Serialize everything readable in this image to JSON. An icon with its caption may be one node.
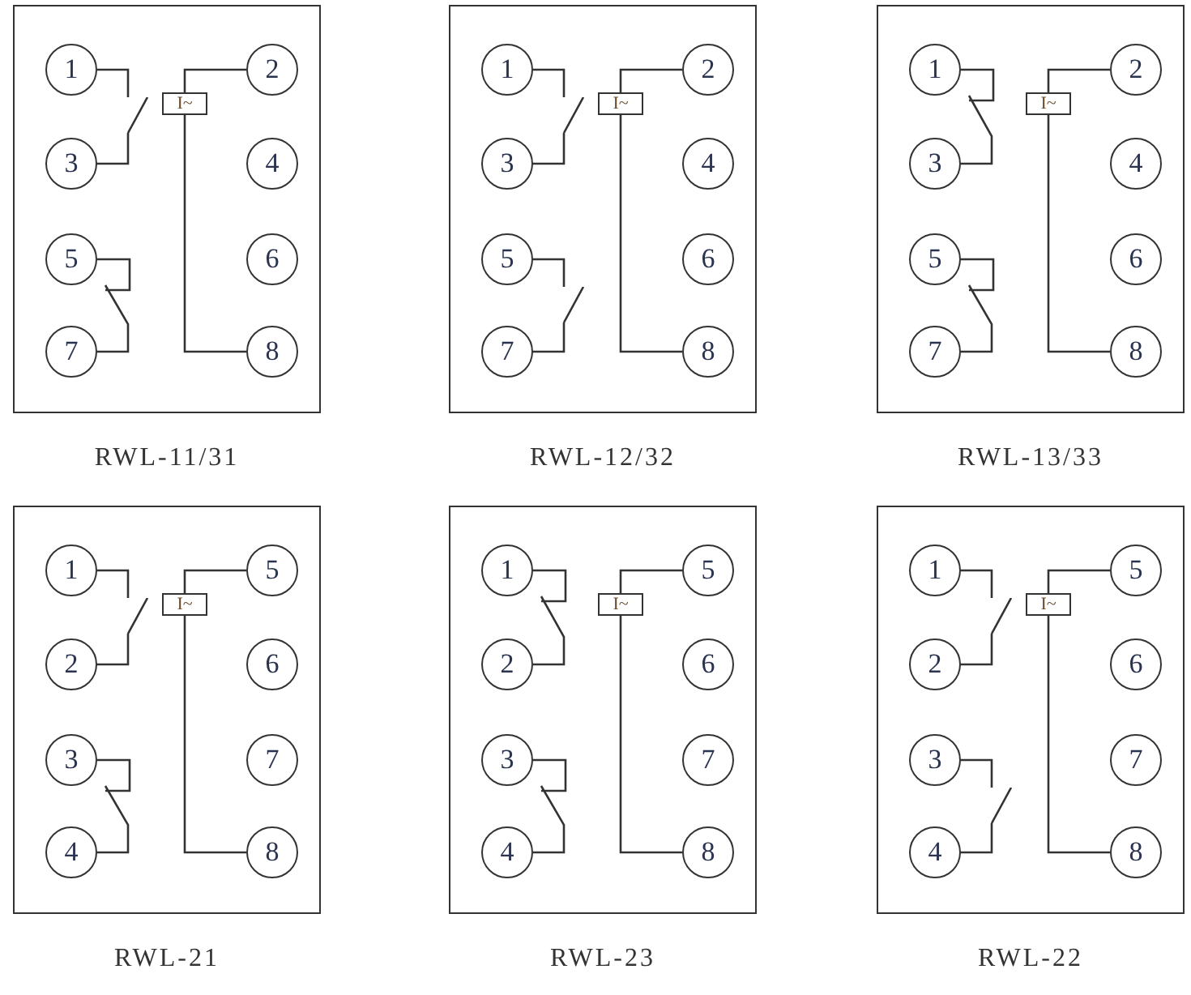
{
  "diagram": {
    "nodes": [
      {
        "text": [],
        "shape": "box",
        "beside": [
          "RWL-11/31"
        ]
      },
      {
        "text": [
          "1"
        ],
        "in": 0
      },
      {
        "text": [
          "2"
        ],
        "in": 0
      },
      {
        "text": [
          "3"
        ],
        "in": 0
      },
      {
        "text": [
          "4"
        ],
        "in": 0
      },
      {
        "text": [
          "5"
        ],
        "in": 0
      },
      {
        "text": [
          "6"
        ],
        "in": 0
      },
      {
        "text": [
          "7"
        ],
        "in": 0
      },
      {
        "text": [
          "8"
        ],
        "in": 0
      },
      {
        "text": [
          "I~"
        ],
        "in": 0
      },
      {
        "text": [],
        "shape": "box",
        "beside": [
          "RWL-12/32"
        ]
      },
      {
        "text": [
          "1"
        ],
        "in": 10
      },
      {
        "text": [
          "2"
        ],
        "in": 10
      },
      {
        "text": [
          "3"
        ],
        "in": 10
      },
      {
        "text": [
          "4"
        ],
        "in": 10
      },
      {
        "text": [
          "5"
        ],
        "in": 10
      },
      {
        "text": [
          "6"
        ],
        "in": 10
      },
      {
        "text": [
          "7"
        ],
        "in": 10
      },
      {
        "text": [
          "8"
        ],
        "in": 10
      },
      {
        "text": [
          "I~"
        ],
        "in": 10
      },
      {
        "text": [],
        "shape": "box",
        "beside": [
          "RWL-13/33"
        ]
      },
      {
        "text": [
          "1"
        ],
        "in": 20
      },
      {
        "text": [
          "2"
        ],
        "in": 20
      },
      {
        "text": [
          "3"
        ],
        "in": 20
      },
      {
        "text": [
          "4"
        ],
        "in": 20
      },
      {
        "text": [
          "5"
        ],
        "in": 20
      },
      {
        "text": [
          "6"
        ],
        "in": 20
      },
      {
        "text": [
          "7"
        ],
        "in": 20
      },
      {
        "text": [
          "8"
        ],
        "in": 20
      },
      {
        "text": [
          "I~"
        ],
        "in": 20
      },
      {
        "text": [],
        "shape": "box",
        "beside": [
          "RWL-21"
        ]
      },
      {
        "text": [
          "1"
        ],
        "in": 30
      },
      {
        "text": [
          "5"
        ],
        "in": 30
      },
      {
        "text": [
          "2"
        ],
        "in": 30
      },
      {
        "text": [
          "6"
        ],
        "in": 30
      },
      {
        "text": [
          "3"
        ],
        "in": 30
      },
      {
        "text": [
          "7"
        ],
        "in": 30
      },
      {
        "text": [
          "4"
        ],
        "in": 30
      },
      {
        "text": [
          "8"
        ],
        "in": 30
      },
      {
        "text": [
          "I~"
        ],
        "in": 30
      },
      {
        "text": [],
        "shape": "box",
        "beside": [
          "RWL-23"
        ]
      },
      {
        "text": [
          "1"
        ],
        "in": 40
      },
      {
        "text": [
          "5"
        ],
        "in": 40
      },
      {
        "text": [
          "2"
        ],
        "in": 40
      },
      {
        "text": [
          "6"
        ],
        "in": 40
      },
      {
        "text": [
          "3"
        ],
        "in": 40
      },
      {
        "text": [
          "7"
        ],
        "in": 40
      },
      {
        "text": [
          "4"
        ],
        "in": 40
      },
      {
        "text": [
          "8"
        ],
        "in": 40
      },
      {
        "text": [
          "I~"
        ],
        "in": 40
      },
      {
        "text": [],
        "shape": "box",
        "beside": [
          "RWL-22"
        ]
      },
      {
        "text": [
          "1"
        ],
        "in": 50
      },
      {
        "text": [
          "5"
        ],
        "in": 50
      },
      {
        "text": [
          "2"
        ],
        "in": 50
      },
      {
        "text": [
          "6"
        ],
        "in": 50
      },
      {
        "text": [
          "3"
        ],
        "in": 50
      },
      {
        "text": [
          "7"
        ],
        "in": 50
      },
      {
        "text": [
          "4"
        ],
        "in": 50
      },
      {
        "text": [
          "8"
        ],
        "in": 50
      },
      {
        "text": [
          "I~"
        ],
        "in": 50
      },
      {
        "text": [],
        "shape": "switch",
        "in": 0
      },
      {
        "text": [],
        "shape": "switch",
        "in": 10
      },
      {
        "text": [],
        "shape": "switch",
        "in": 10
      },
      {
        "text": [],
        "shape": "switch",
        "in": 30
      },
      {
        "text": [],
        "shape": "switch",
        "in": 50
      },
      {
        "text": [],
        "shape": "switch",
        "in": 50
      }
    ],
    "edges": [
      {
        "from": 9,
        "to": 2,
        "arrow": "none"
      },
      {
        "from": 9,
        "to": 8,
        "arrow": "none"
      },
      {
        "from": 1,
        "to": 60,
        "arrow": "none"
      },
      {
        "from": 5,
        "to": 7,
        "arrow": "none"
      },
      {
        "from": 19,
        "to": 12,
        "arrow": "none"
      },
      {
        "from": 19,
        "to": 18,
        "arrow": "none"
      },
      {
        "from": 11,
        "to": 61,
        "arrow": "none"
      },
      {
        "from": 15,
        "to": 62,
        "arrow": "none"
      },
      {
        "from": 29,
        "to": 22,
        "arrow": "none"
      },
      {
        "from": 29,
        "to": 28,
        "arrow": "none"
      },
      {
        "from": 21,
        "to": 23,
        "arrow": "none"
      },
      {
        "from": 25,
        "to": 27,
        "arrow": "none"
      },
      {
        "from": 39,
        "to": 32,
        "arrow": "none"
      },
      {
        "from": 39,
        "to": 38,
        "arrow": "none"
      },
      {
        "from": 31,
        "to": 63,
        "arrow": "none"
      },
      {
        "from": 35,
        "to": 37,
        "arrow": "none"
      },
      {
        "from": 49,
        "to": 42,
        "arrow": "none"
      },
      {
        "from": 49,
        "to": 48,
        "arrow": "none"
      },
      {
        "from": 41,
        "to": 43,
        "arrow": "none"
      },
      {
        "from": 45,
        "to": 47,
        "arrow": "none"
      },
      {
        "from": 59,
        "to": 52,
        "arrow": "none"
      },
      {
        "from": 59,
        "to": 58,
        "arrow": "none"
      },
      {
        "from": 51,
        "to": 64,
        "arrow": "none"
      },
      {
        "from": 55,
        "to": 65,
        "arrow": "none"
      },
      {
        "from": 60,
        "to": 3,
        "arrow": "none"
      },
      {
        "from": 61,
        "to": 13,
        "arrow": "none"
      },
      {
        "from": 62,
        "to": 17,
        "arrow": "none"
      },
      {
        "from": 63,
        "to": 33,
        "arrow": "none"
      },
      {
        "from": 64,
        "to": 53,
        "arrow": "none"
      },
      {
        "from": 65,
        "to": 57,
        "arrow": "none"
      }
    ]
  }
}
